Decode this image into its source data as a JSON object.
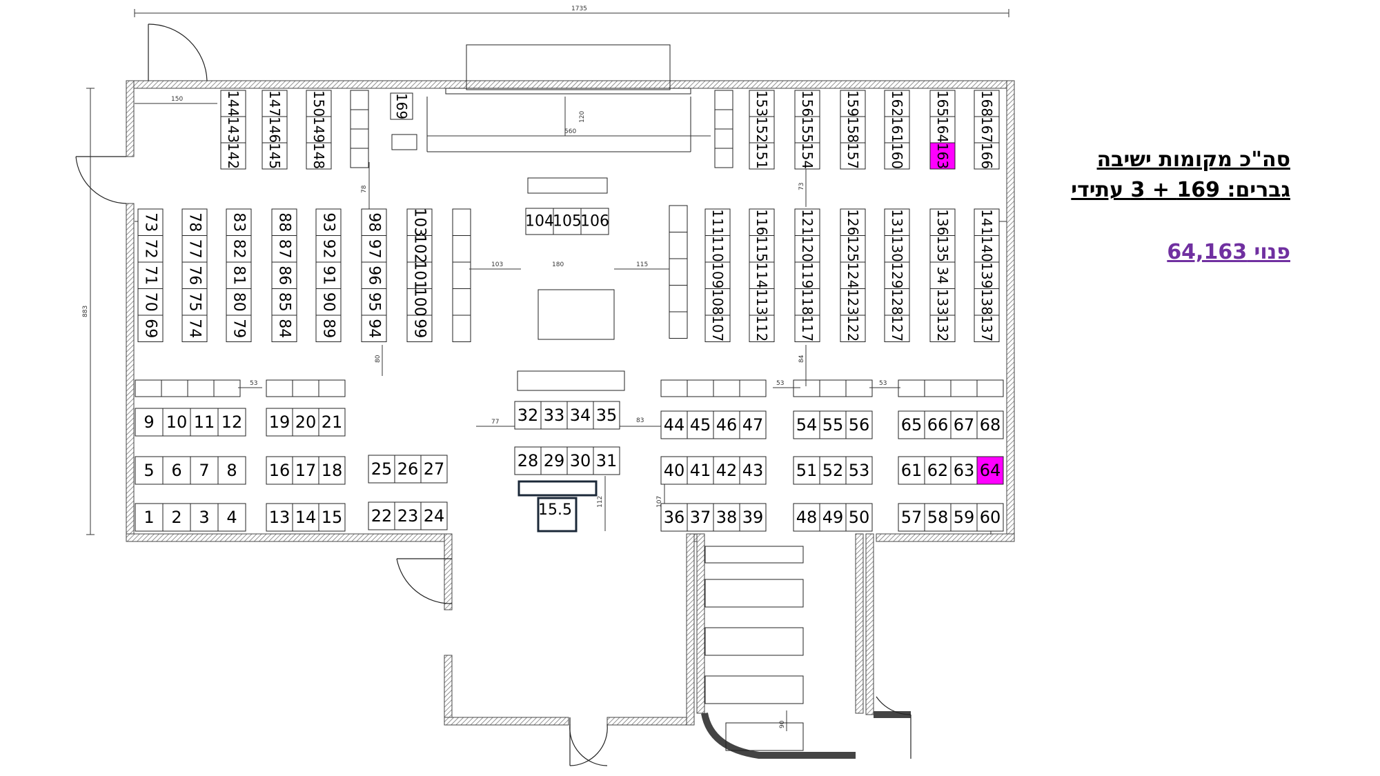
{
  "summary": {
    "title": "סה\"כ מקומות ישיבה",
    "count": "גברים: 169 + 3 עתידי",
    "vacant": "פנוי 64,163"
  },
  "colors": {
    "highlight": "#ff00ff",
    "vacant_text": "#7030a0",
    "wall_hatch": "#777777"
  },
  "dimensions": {
    "overall_width": "1735",
    "overall_height": "883",
    "d150": "150",
    "d80": "80",
    "d560": "560",
    "d120": "120",
    "d78": "78",
    "d73": "73",
    "d103": "103",
    "d180": "180",
    "d115": "115",
    "d80b": "80",
    "d84": "84",
    "d53": "53",
    "d77": "77",
    "d83": "83",
    "d112": "112",
    "d107": "107",
    "d90": "90"
  },
  "highlighted_seats": [
    "163",
    "64"
  ],
  "podium_label": "15.5",
  "seats": {
    "col_left": [
      [
        "142",
        "143",
        "144"
      ],
      [
        "145",
        "146",
        "147"
      ],
      [
        "148",
        "149",
        "150"
      ]
    ],
    "col_upper_left": [
      [
        "69",
        "70",
        "71",
        "72",
        "73"
      ],
      [
        "74",
        "75",
        "76",
        "77",
        "78"
      ],
      [
        "79",
        "80",
        "81",
        "82",
        "83"
      ],
      [
        "84",
        "85",
        "86",
        "87",
        "88"
      ],
      [
        "89",
        "90",
        "91",
        "92",
        "93"
      ],
      [
        "94",
        "95",
        "96",
        "97",
        "98"
      ],
      [
        "99",
        "100",
        "101",
        "102",
        "103"
      ]
    ],
    "col_upper_right": [
      [
        "107",
        "108",
        "109",
        "110",
        "111"
      ],
      [
        "112",
        "113",
        "114",
        "115",
        "116"
      ],
      [
        "117",
        "118",
        "119",
        "120",
        "121"
      ],
      [
        "122",
        "123",
        "124",
        "125",
        "126"
      ],
      [
        "127",
        "128",
        "129",
        "130",
        "131"
      ],
      [
        "132",
        "133",
        "34",
        "135",
        "136"
      ],
      [
        "137",
        "138",
        "139",
        "140",
        "141"
      ]
    ],
    "col_top_right": [
      [
        "151",
        "152",
        "153"
      ],
      [
        "154",
        "155",
        "156"
      ],
      [
        "157",
        "158",
        "159"
      ],
      [
        "160",
        "161",
        "162"
      ],
      [
        "163",
        "164",
        "165"
      ],
      [
        "166",
        "167",
        "168"
      ]
    ],
    "center_top": [
      "104",
      "105",
      "106"
    ],
    "single_top": "169",
    "rows_left": [
      [
        "9",
        "10",
        "11",
        "12"
      ],
      [
        "5",
        "6",
        "7",
        "8"
      ],
      [
        "1",
        "2",
        "3",
        "4"
      ]
    ],
    "rows_left2": [
      [
        "19",
        "20",
        "21"
      ],
      [
        "16",
        "17",
        "18"
      ],
      [
        "13",
        "14",
        "15"
      ]
    ],
    "rows_left3": [
      [
        "25",
        "26",
        "27"
      ],
      [
        "22",
        "23",
        "24"
      ]
    ],
    "rows_center": [
      [
        "32",
        "33",
        "34",
        "35"
      ],
      [
        "28",
        "29",
        "30",
        "31"
      ]
    ],
    "rows_right1": [
      [
        "44",
        "45",
        "46",
        "47"
      ],
      [
        "40",
        "41",
        "42",
        "43"
      ],
      [
        "36",
        "37",
        "38",
        "39"
      ]
    ],
    "rows_right2": [
      [
        "54",
        "55",
        "56"
      ],
      [
        "51",
        "52",
        "53"
      ],
      [
        "48",
        "49",
        "50"
      ]
    ],
    "rows_right3": [
      [
        "65",
        "66",
        "67",
        "68"
      ],
      [
        "61",
        "62",
        "63",
        "64"
      ],
      [
        "57",
        "58",
        "59",
        "60"
      ]
    ]
  }
}
